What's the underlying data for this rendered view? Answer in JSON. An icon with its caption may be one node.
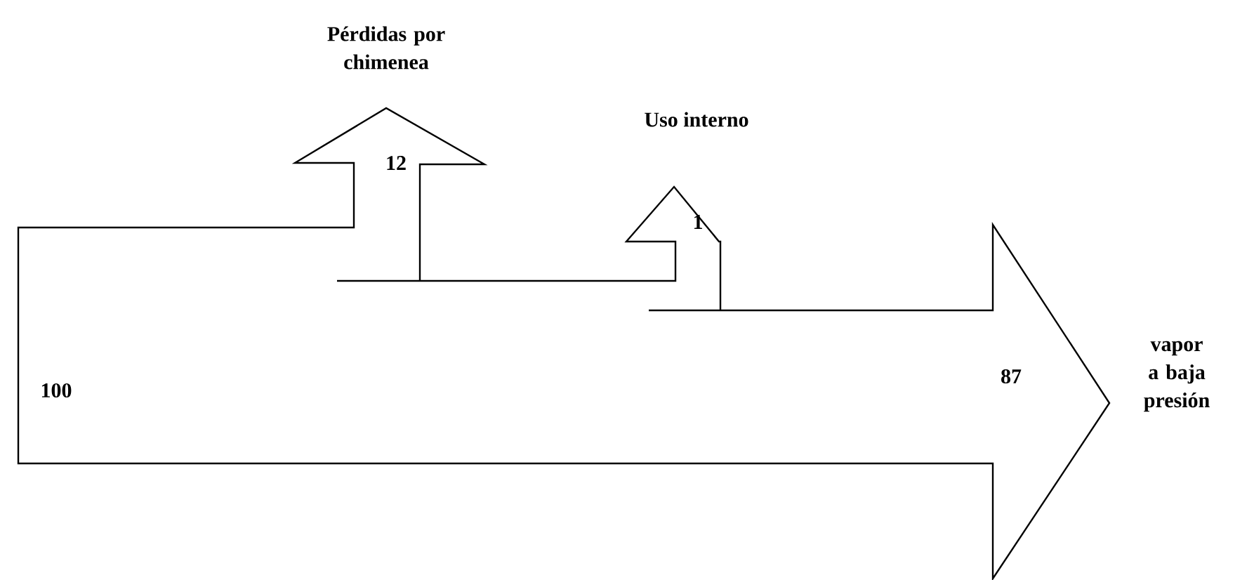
{
  "diagram": {
    "labels": [
      "Pérdidas por chimenea",
      "12",
      "Uso interno",
      "1",
      "100",
      "87",
      "vapor a baja presión"
    ]
  }
}
